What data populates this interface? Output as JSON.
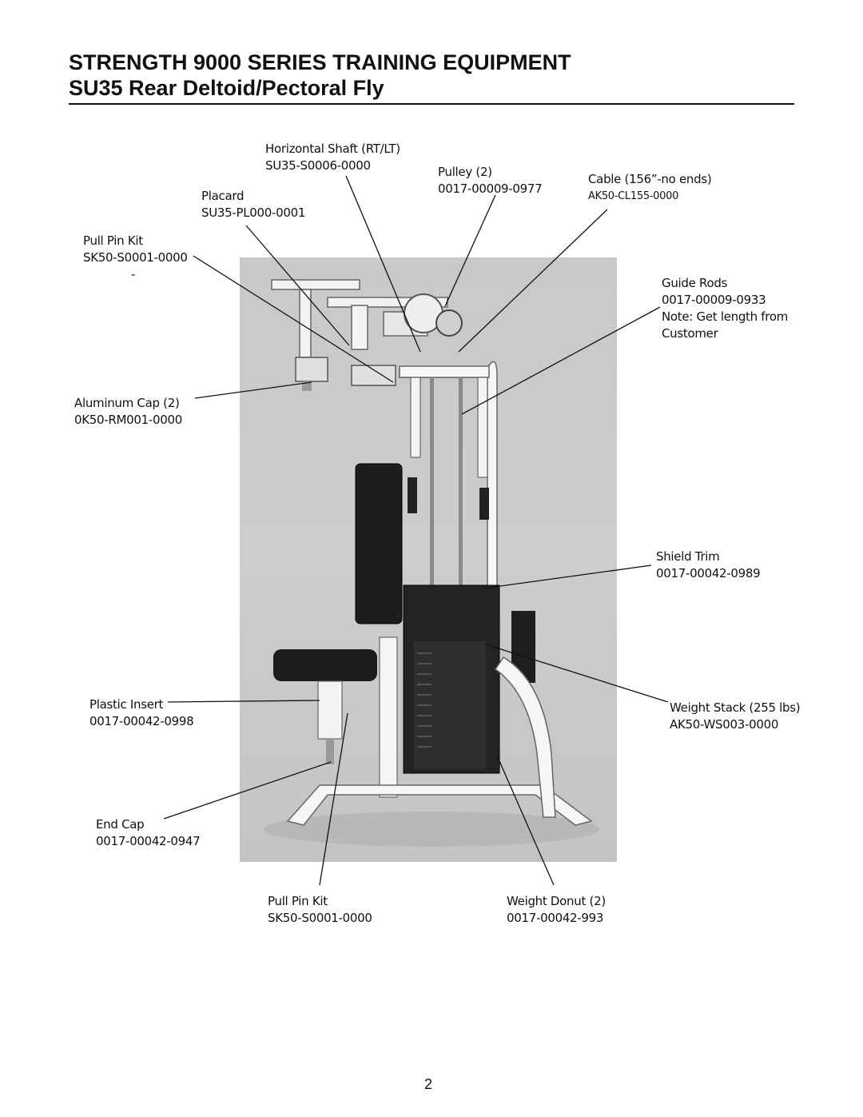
{
  "header": {
    "title": "STRENGTH 9000 SERIES TRAINING EQUIPMENT",
    "subtitle": "SU35 Rear Deltoid/Pectoral Fly"
  },
  "callouts": {
    "horizontal_shaft": {
      "name": "Horizontal Shaft (RT/LT)",
      "part": "SU35-S0006-0000"
    },
    "placard": {
      "name": "Placard",
      "part": "SU35-PL000-0001"
    },
    "pulley": {
      "name": "Pulley (2)",
      "part": "0017-00009-0977"
    },
    "cable": {
      "name": "Cable (156”-no ends)",
      "part": "AK50-CL155-0000"
    },
    "pull_pin_kit_top": {
      "name": "Pull Pin Kit",
      "part": "SK50-S0001-0000",
      "extra": "-"
    },
    "guide_rods": {
      "name": "Guide Rods",
      "part": "0017-00009-0933",
      "note1": "Note: Get length from",
      "note2": "Customer"
    },
    "aluminum_cap": {
      "name": "Aluminum Cap (2)",
      "part": "0K50-RM001-0000"
    },
    "shield_trim": {
      "name": "Shield Trim",
      "part": "0017-00042-0989"
    },
    "plastic_insert": {
      "name": "Plastic Insert",
      "part": "0017-00042-0998"
    },
    "weight_stack": {
      "name": "Weight Stack (255 lbs)",
      "part": "AK50-WS003-0000"
    },
    "end_cap": {
      "name": "End Cap",
      "part": "0017-00042-0947"
    },
    "pull_pin_kit_bottom": {
      "name": "Pull Pin Kit",
      "part": "SK50-S0001-0000"
    },
    "weight_donut": {
      "name": "Weight Donut (2)",
      "part": "0017-00042-993"
    }
  },
  "page_number": "2"
}
